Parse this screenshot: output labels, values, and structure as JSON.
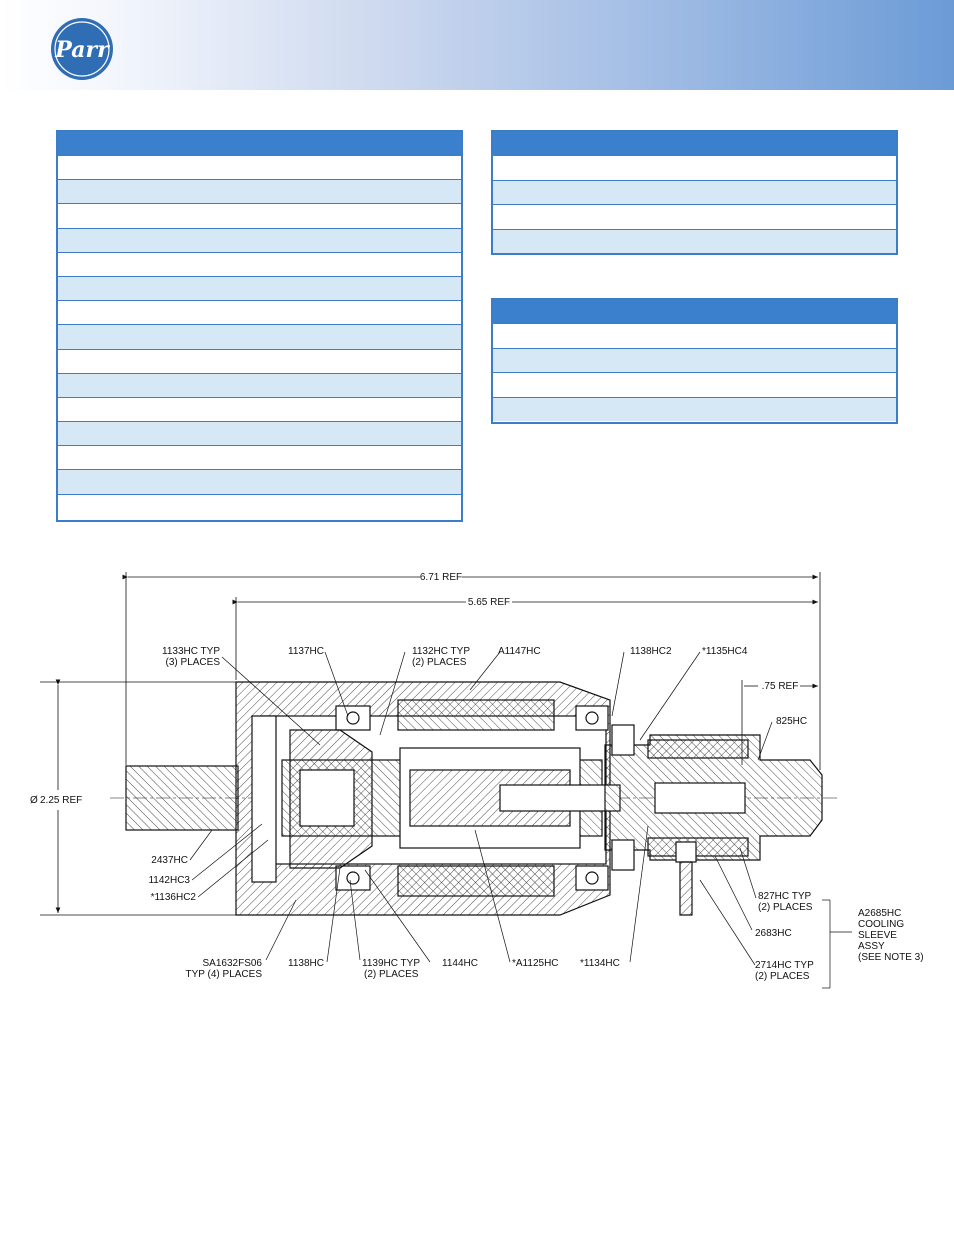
{
  "header": {
    "logo_text": "Parr",
    "colors": {
      "gradient_start": "#ffffff",
      "gradient_end": "#6b9bd6",
      "table_header": "#3a80cc",
      "table_alt_row": "#d6e7f6"
    }
  },
  "tables": {
    "left": {
      "rows": 15
    },
    "right_top": {
      "rows": 4
    },
    "right_bottom": {
      "rows": 4
    }
  },
  "drawing": {
    "dim_overall": "6.71 REF",
    "dim_inner": "5.65 REF",
    "dim_diameter": "2.25 REF",
    "dim_cap": ".75 REF",
    "labels": {
      "l1133": "1133HC TYP",
      "l1133b": "(3) PLACES",
      "l1137": "1137HC",
      "l1132": "1132HC TYP",
      "l1132b": "(2) PLACES",
      "la1147": "A1147HC",
      "l1138hc2": "1138HC2",
      "l1135": "*1135HC4",
      "l825": "825HC",
      "l2437": "2437HC",
      "l1142": "1142HC3",
      "l1136": "*1136HC2",
      "lsa": "SA1632FS06",
      "lsab": "TYP (4) PLACES",
      "l1138": "1138HC",
      "l1139": "1139HC TYP",
      "l1139b": "(2) PLACES",
      "l1144": "1144HC",
      "la1125": "*A1125HC",
      "l1134": "*1134HC",
      "l827": "827HC TYP",
      "l827b": "(2) PLACES",
      "l2683": "2683HC",
      "l2714": "2714HC TYP",
      "l2714b": "(2) PLACES",
      "la2685a": "A2685HC",
      "la2685b": "COOLING",
      "la2685c": "SLEEVE",
      "la2685d": "ASSY",
      "la2685e": "(SEE NOTE 3)"
    }
  }
}
